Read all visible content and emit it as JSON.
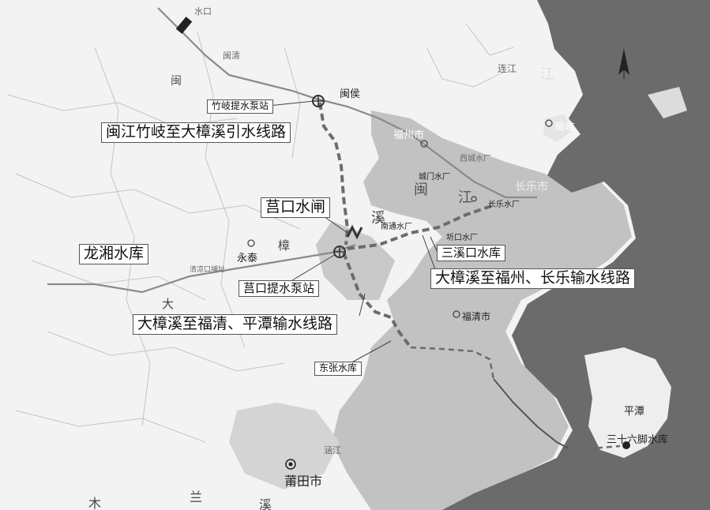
{
  "callouts": {
    "zhuqi_pump": "竹岐提水泵站",
    "minjiang_line": "闽江竹岐至大樟溪引水线路",
    "jukou_gate": "莒口水闸",
    "longxiang": "龙湘水库",
    "jukou_pump": "莒口提水泵站",
    "sanxikou": "三溪口水库",
    "fuzhou_changle_line": "大樟溪至福州、长乐输水线路",
    "fuqing_pingtan_line": "大樟溪至福清、平潭输水线路",
    "dongzhang": "东张水库"
  },
  "places": {
    "shuikou": "水口",
    "minqing": "闽清",
    "minhou": "闽侯",
    "fuzhou_city": "福州市",
    "langqi": "琅岐",
    "lianjiang": "连江",
    "changle_city": "长乐市",
    "changle_plant": "长乐水厂",
    "chengmen_plant": "城门水厂",
    "xicheng_plant": "西城水厂",
    "nantong_plant": "南通水厂",
    "qikou_plant": "圻口水厂",
    "yongtai": "永泰",
    "qingliang": "清凉口埔址",
    "fuqing_city": "福清市",
    "pingtan": "平潭",
    "sanshiliujiao": "三十六脚水库",
    "putian_city": "莆田市",
    "hanjiang": "涵江"
  },
  "map_chars": {
    "min": "闽",
    "jiang": "江",
    "min2": "闽",
    "da": "大",
    "zhang": "樟",
    "xi": "溪",
    "mu": "木",
    "lan": "兰",
    "xi2": "溪",
    "jiang2": "江"
  },
  "colors": {
    "sea": "#6b6b6b",
    "land": "#f3f3f3",
    "basin": "#b8b8b8",
    "river": "#8a8a8a",
    "route": "#6c6c6c",
    "text": "#111111"
  }
}
